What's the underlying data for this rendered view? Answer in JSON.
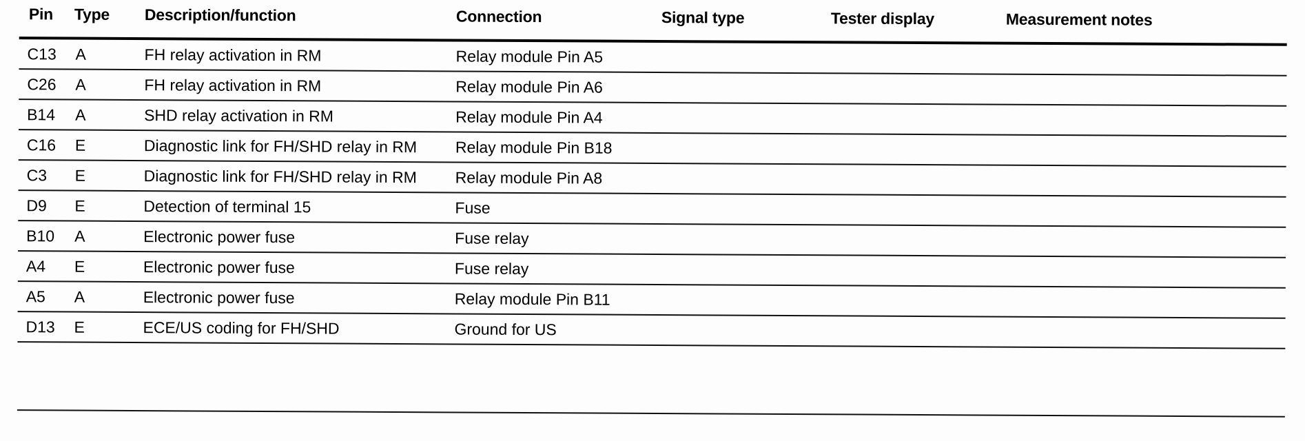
{
  "table": {
    "columns": [
      {
        "key": "pin",
        "label": "Pin"
      },
      {
        "key": "type",
        "label": "Type"
      },
      {
        "key": "desc",
        "label": "Description/function"
      },
      {
        "key": "conn",
        "label": "Connection"
      },
      {
        "key": "signal",
        "label": "Signal type"
      },
      {
        "key": "tester",
        "label": "Tester display"
      },
      {
        "key": "notes",
        "label": "Measurement notes"
      }
    ],
    "rows": [
      {
        "pin": "C13",
        "type": "A",
        "desc": "FH relay activation in RM",
        "conn": "Relay module Pin A5",
        "signal": "",
        "tester": "",
        "notes": ""
      },
      {
        "pin": "C26",
        "type": "A",
        "desc": "FH relay activation in RM",
        "conn": "Relay module Pin A6",
        "signal": "",
        "tester": "",
        "notes": ""
      },
      {
        "pin": "B14",
        "type": "A",
        "desc": "SHD relay activation in RM",
        "conn": "Relay module Pin A4",
        "signal": "",
        "tester": "",
        "notes": ""
      },
      {
        "pin": "C16",
        "type": "E",
        "desc": "Diagnostic link for FH/SHD relay in RM",
        "conn": "Relay module Pin B18",
        "signal": "",
        "tester": "",
        "notes": ""
      },
      {
        "pin": "C3",
        "type": "E",
        "desc": "Diagnostic link for FH/SHD relay in RM",
        "conn": "Relay module Pin A8",
        "signal": "",
        "tester": "",
        "notes": ""
      },
      {
        "pin": "D9",
        "type": "E",
        "desc": "Detection of terminal 15",
        "conn": "Fuse",
        "signal": "",
        "tester": "",
        "notes": ""
      },
      {
        "pin": "B10",
        "type": "A",
        "desc": "Electronic power fuse",
        "conn": "Fuse relay",
        "signal": "",
        "tester": "",
        "notes": ""
      },
      {
        "pin": "A4",
        "type": "E",
        "desc": "Electronic power fuse",
        "conn": "Fuse relay",
        "signal": "",
        "tester": "",
        "notes": ""
      },
      {
        "pin": "A5",
        "type": "A",
        "desc": "Electronic power fuse",
        "conn": "Relay module Pin B11",
        "signal": "",
        "tester": "",
        "notes": ""
      },
      {
        "pin": "D13",
        "type": "E",
        "desc": "ECE/US coding for FH/SHD",
        "conn": "Ground for US",
        "signal": "",
        "tester": "",
        "notes": ""
      }
    ]
  },
  "colors": {
    "ink": "#000000",
    "paper": "#fdfdfd",
    "rule": "#111111"
  }
}
